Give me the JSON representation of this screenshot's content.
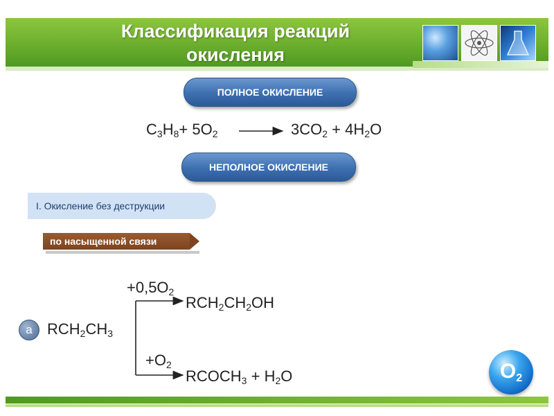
{
  "header": {
    "title_line1": "Классификация реакций",
    "title_line2": "окисления"
  },
  "pills": {
    "full": "ПОЛНОЕ ОКИСЛЕНИЕ",
    "partial": "НЕПОЛНОЕ ОКИСЛЕНИЕ"
  },
  "section": {
    "label": "I. Окисление без деструкции"
  },
  "tag": {
    "label": "по насыщенной связи"
  },
  "equation1": {
    "c": "C",
    "c_sub": "3",
    "h": "H",
    "h_sub": "8",
    "plus1": "+",
    "o2": "5O",
    "o2_sub": "2",
    "co2": "3CO",
    "co2_sub": "2",
    "plus2": "+",
    "h2o": "4H",
    "h2o_sub": "2",
    "h2o_tail": "O"
  },
  "badge": {
    "label": "a"
  },
  "reactant": {
    "r": "RCH",
    "sub1": "2",
    "ch": "CH",
    "sub2": "3"
  },
  "branch_top": {
    "reagent": "+0,5O",
    "reagent_sub": "2",
    "p1": "RCH",
    "p1_sub": "2",
    "p2": "CH",
    "p2_sub": "2",
    "p3": "OH"
  },
  "branch_bottom": {
    "reagent": "+O",
    "reagent_sub": "2",
    "p1": "RCOCH",
    "p1_sub": "3",
    "plus": "+",
    "p2": "H",
    "p2_sub": "2",
    "p3": "O"
  },
  "logo": {
    "o": "O",
    "sub": "2"
  }
}
